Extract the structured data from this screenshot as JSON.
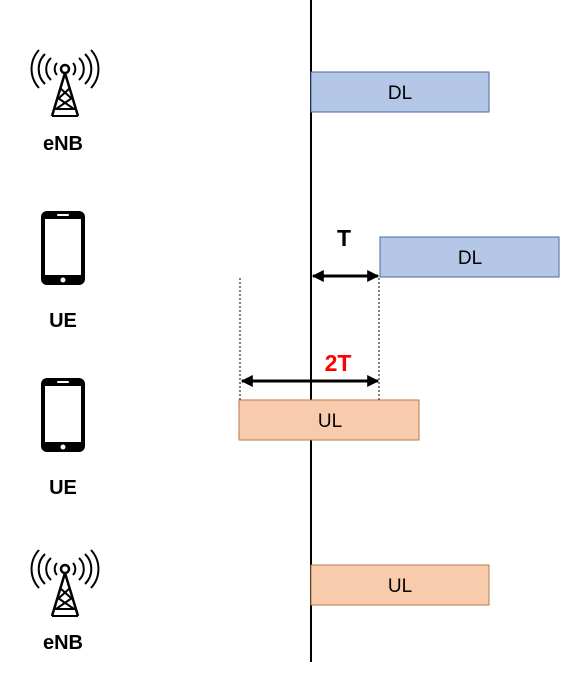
{
  "nodes": [
    {
      "label": "eNB",
      "icon": "base-station-icon"
    },
    {
      "label": "UE",
      "icon": "smartphone-icon"
    },
    {
      "label": "UE",
      "icon": "smartphone-icon"
    },
    {
      "label": "eNB",
      "icon": "base-station-icon"
    }
  ],
  "blocks": [
    {
      "label": "DL",
      "kind": "downlink"
    },
    {
      "label": "DL",
      "kind": "downlink"
    },
    {
      "label": "UL",
      "kind": "uplink"
    },
    {
      "label": "UL",
      "kind": "uplink"
    }
  ],
  "delays": {
    "one_way": "T",
    "round_trip": "2T"
  },
  "colors": {
    "downlink_fill": "#b4c7e7",
    "uplink_fill": "#f8cbad",
    "round_trip_label": "#ff0000",
    "line": "#000000"
  }
}
